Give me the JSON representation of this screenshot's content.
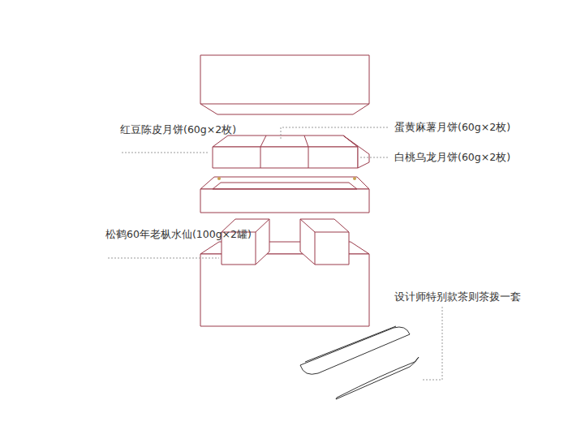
{
  "diagram": {
    "labels": [
      "红豆陈皮月饼(60g×2枚)",
      "蛋黄麻薯月饼(60g×2枚)",
      "白桃乌龙月饼(60g×2枚)",
      "松鹤60年老枞水仙(100g×2罐)",
      "设计师特别款茶则茶拨一套"
    ]
  }
}
